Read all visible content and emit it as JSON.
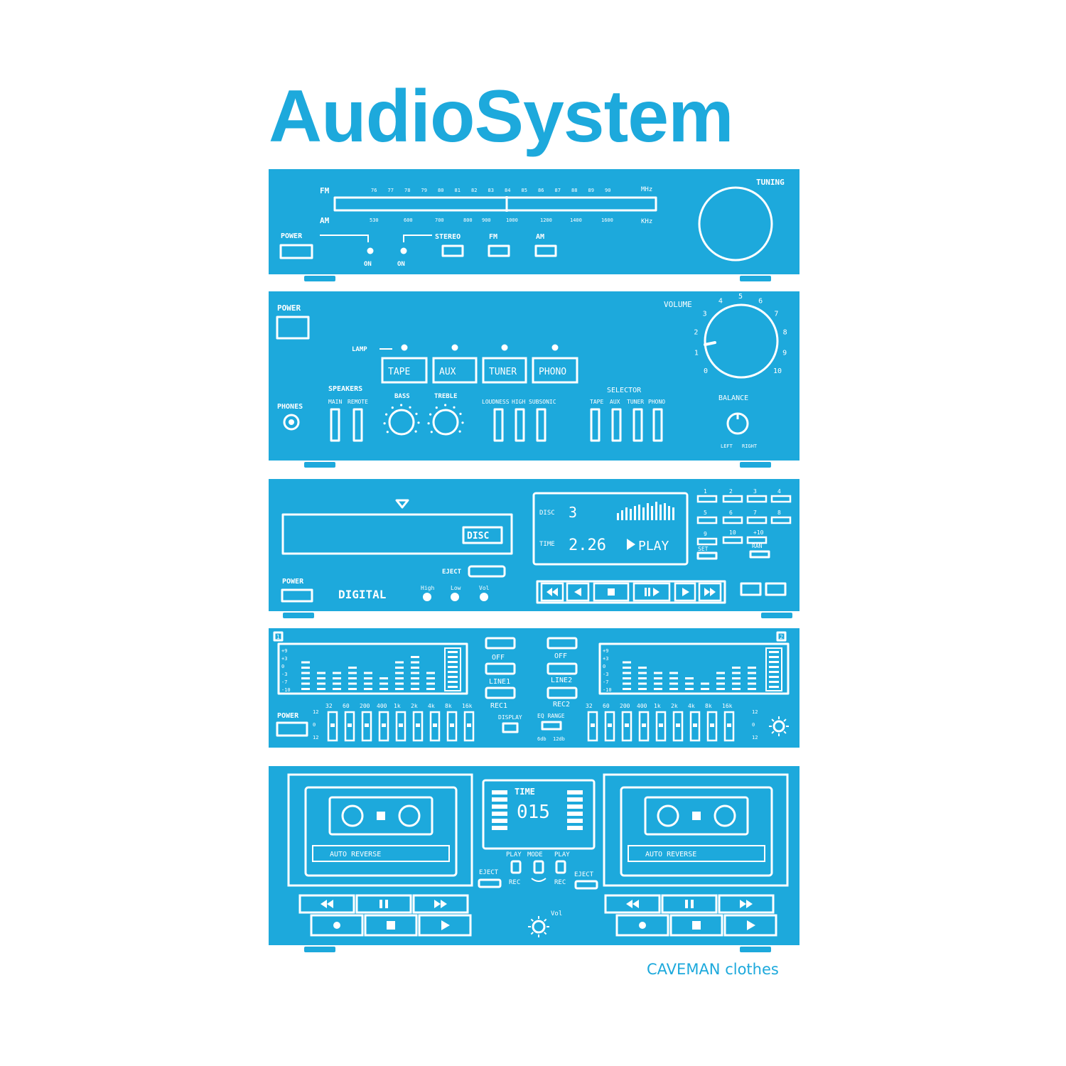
{
  "title": "AudioSystem",
  "brand": "CAVEMAN clothes",
  "colors": {
    "accent": "#1da9dc",
    "background": "#ffffff",
    "line": "#ffffff"
  },
  "tuner": {
    "fm_label": "FM",
    "am_label": "AM",
    "fm_scale": [
      "76",
      "77",
      "78",
      "79",
      "80",
      "81",
      "82",
      "83",
      "84",
      "85",
      "86",
      "87",
      "88",
      "89",
      "90"
    ],
    "fm_unit": "MHz",
    "am_scale": [
      "530",
      "600",
      "700",
      "800",
      "900",
      "1000",
      "1200",
      "1400",
      "1600"
    ],
    "am_unit": "KHz",
    "tuning_label": "TUNING",
    "power_label": "POWER",
    "on_label_1": "ON",
    "on_label_2": "ON",
    "stereo_label": "STEREO",
    "fm_button": "FM",
    "am_button": "AM"
  },
  "amp": {
    "power_label": "POWER",
    "volume_label": "VOLUME",
    "volume_scale": [
      "0",
      "1",
      "2",
      "3",
      "4",
      "5",
      "6",
      "7",
      "8",
      "9",
      "10"
    ],
    "lamp_label": "LAMP",
    "inputs": [
      "TAPE",
      "AUX",
      "TUNER",
      "PHONO"
    ],
    "speakers_label": "SPEAKERS",
    "speaker_options": [
      "MAIN",
      "REMOTE"
    ],
    "bass_label": "BASS",
    "treble_label": "TREBLE",
    "switch_labels": [
      "LOUDNESS",
      "HIGH",
      "SUBSONIC"
    ],
    "selector_label": "SELECTOR",
    "selector_options": [
      "TAPE",
      "AUX",
      "TUNER",
      "PHONO"
    ],
    "phones_label": "PHONES",
    "balance_label": "BALANCE",
    "balance_left": "LEFT",
    "balance_right": "RIGHT"
  },
  "cd": {
    "disc_badge": "DISC",
    "eject_label": "EJECT",
    "power_label": "POWER",
    "digital_label": "DIGITAL",
    "tone_labels": [
      "High",
      "Low",
      "Vol"
    ],
    "display": {
      "disc_label": "DISC",
      "disc_number": "3",
      "time_label": "TIME",
      "time": "2.26",
      "status": "PLAY"
    },
    "keypad": [
      "1",
      "2",
      "3",
      "4",
      "5",
      "6",
      "7",
      "8",
      "9",
      "10",
      "+10"
    ],
    "set_label": "SET",
    "ran_label": "RAN"
  },
  "eq": {
    "badge_left": "1",
    "badge_right": "2",
    "off_label": "OFF",
    "line1_label": "LINE1",
    "line2_label": "LINE2",
    "rec1_label": "REC1",
    "rec2_label": "REC2",
    "power_label": "POWER",
    "display_label": "DISPLAY",
    "eq_range_label": "EQ RANGE",
    "range_options": [
      "6db",
      "12db"
    ],
    "bands": [
      "32",
      "60",
      "200",
      "400",
      "1k",
      "2k",
      "4k",
      "8k",
      "16k"
    ],
    "scale": [
      "+9",
      "+3",
      "0",
      "-3",
      "-7",
      "-10"
    ],
    "slider_scale": [
      "12",
      "0",
      "12"
    ]
  },
  "deck": {
    "time_label": "TIME",
    "counter": "015",
    "auto_reverse": "AUTO REVERSE",
    "play_label": "PLAY",
    "mode_label": "MODE",
    "rec_label": "REC",
    "eject_label": "EJECT",
    "vol_label": "Vol"
  }
}
